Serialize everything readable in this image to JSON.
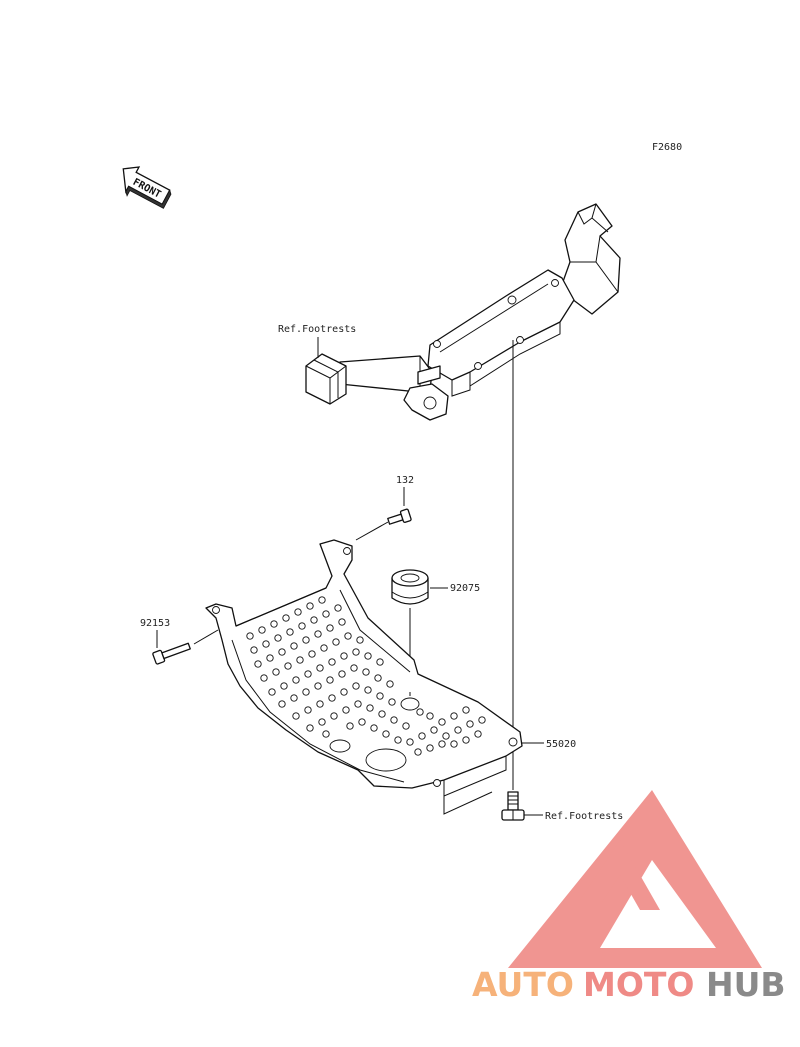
{
  "figure_code": "F2680",
  "front_arrow": {
    "text": "FRONT"
  },
  "callouts": {
    "ref_footrests_top": "Ref.Footrests",
    "part_132": "132",
    "part_92075": "92075",
    "part_92153": "92153",
    "part_55020": "55020",
    "ref_footrests_bottom": "Ref.Footrests"
  },
  "watermark": {
    "part1": "AUTO",
    "part2": "MOTO",
    "part3": "HUB",
    "colors": {
      "orange": "#f6b27a",
      "red": "#ef8a86",
      "gray": "#8a8a8a"
    }
  }
}
